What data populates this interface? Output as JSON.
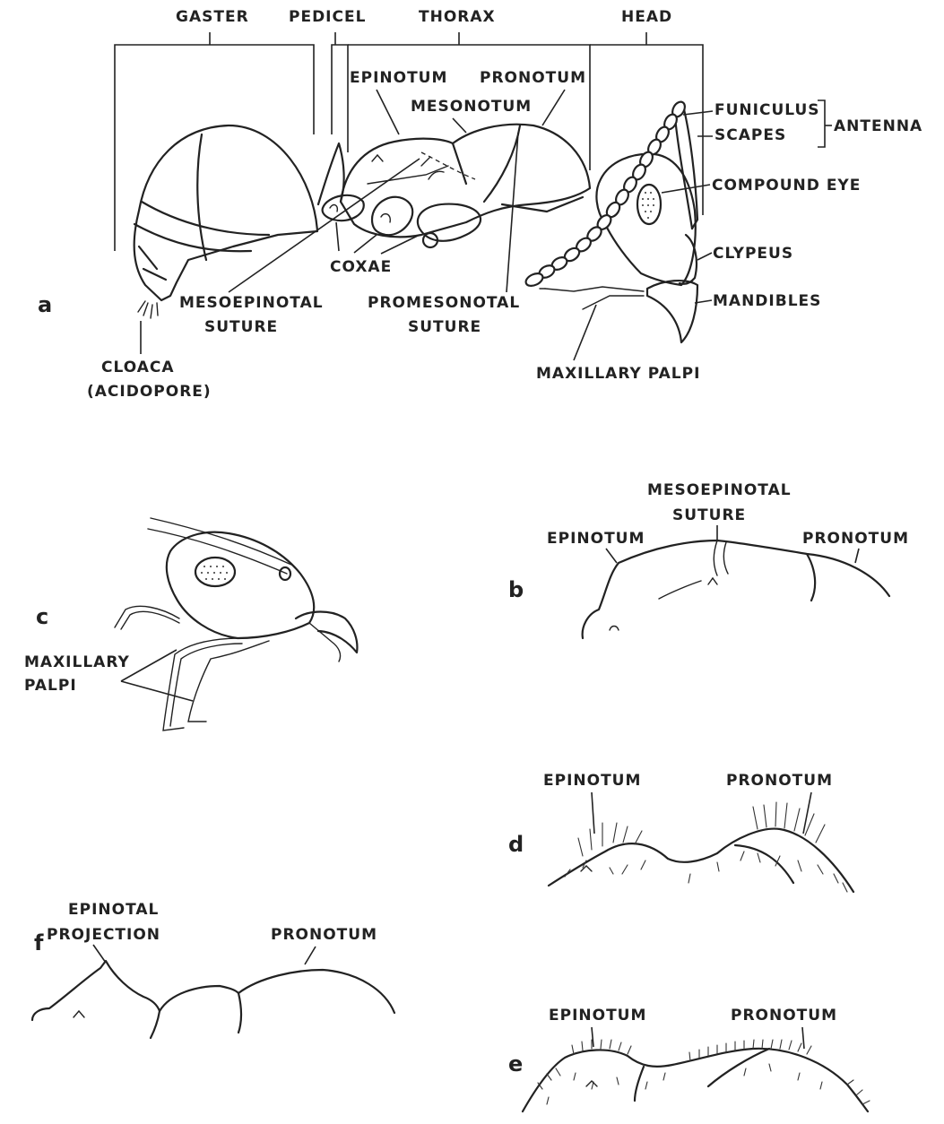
{
  "panel_a": {
    "letter": "a",
    "gaster": "GASTER",
    "pedicel": "PEDICEL",
    "thorax": "THORAX",
    "head": "HEAD",
    "epinotum": "EPINOTUM",
    "pronotum": "PRONOTUM",
    "mesonotum": "MESONOTUM",
    "funiculus": "FUNICULUS",
    "scapes": "SCAPES",
    "antenna": "ANTENNA",
    "compound_eye": "COMPOUND   EYE",
    "clypeus": "CLYPEUS",
    "mandibles": "MANDIBLES",
    "coxae": "COXAE",
    "mesoepinotal_1": "MESOEPINOTAL",
    "mesoepinotal_2": "SUTURE",
    "promesonotal_1": "PROMESONOTAL",
    "promesonotal_2": "SUTURE",
    "cloaca_1": "CLOACA",
    "cloaca_2": "(ACIDOPORE)",
    "maxillary_palpi": "MAXILLARY   PALPI"
  },
  "panel_b": {
    "letter": "b",
    "mesoepinotal_1": "MESOEPINOTAL",
    "mesoepinotal_2": "SUTURE",
    "epinotum": "EPINOTUM",
    "pronotum": "PRONOTUM"
  },
  "panel_c": {
    "letter": "c",
    "maxillary": "MAXILLARY",
    "palpi": "PALPI"
  },
  "panel_d": {
    "letter": "d",
    "epinotum": "EPINOTUM",
    "pronotum": "PRONOTUM"
  },
  "panel_e": {
    "letter": "e",
    "epinotum": "EPINOTUM",
    "pronotum": "PRONOTUM"
  },
  "panel_f": {
    "letter": "f",
    "epinotal_1": "EPINOTAL",
    "epinotal_2": "PROJECTION",
    "pronotum": "PRONOTUM"
  }
}
